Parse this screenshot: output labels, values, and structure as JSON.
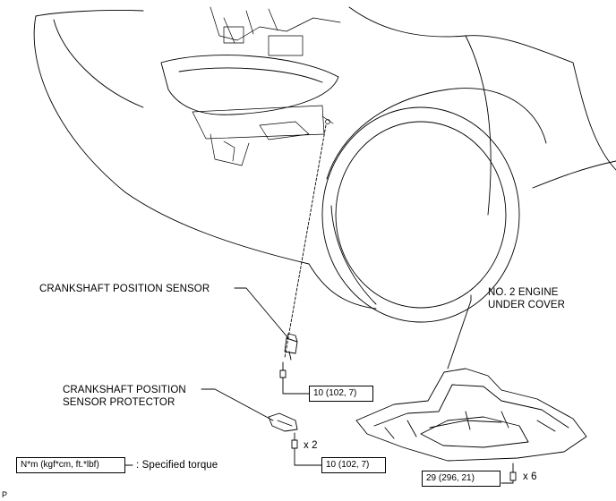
{
  "labels": {
    "crankshaft_sensor": "CRANKSHAFT POSITION SENSOR",
    "protector_line1": "CRANKSHAFT POSITION",
    "protector_line2": "SENSOR PROTECTOR",
    "under_cover_line1": "NO. 2 ENGINE",
    "under_cover_line2": "UNDER COVER"
  },
  "torques": {
    "sensor_bolt": "10 (102, 7)",
    "protector_bolt": "10 (102, 7)",
    "cover_bolt": "29 (296, 21)"
  },
  "quantities": {
    "protector_bolt": "x 2",
    "cover_bolt": "x 6"
  },
  "legend": {
    "unit_box": "N*m (kgf*cm, ft.*lbf)",
    "description": ": Specified torque"
  },
  "figure_code": "P"
}
